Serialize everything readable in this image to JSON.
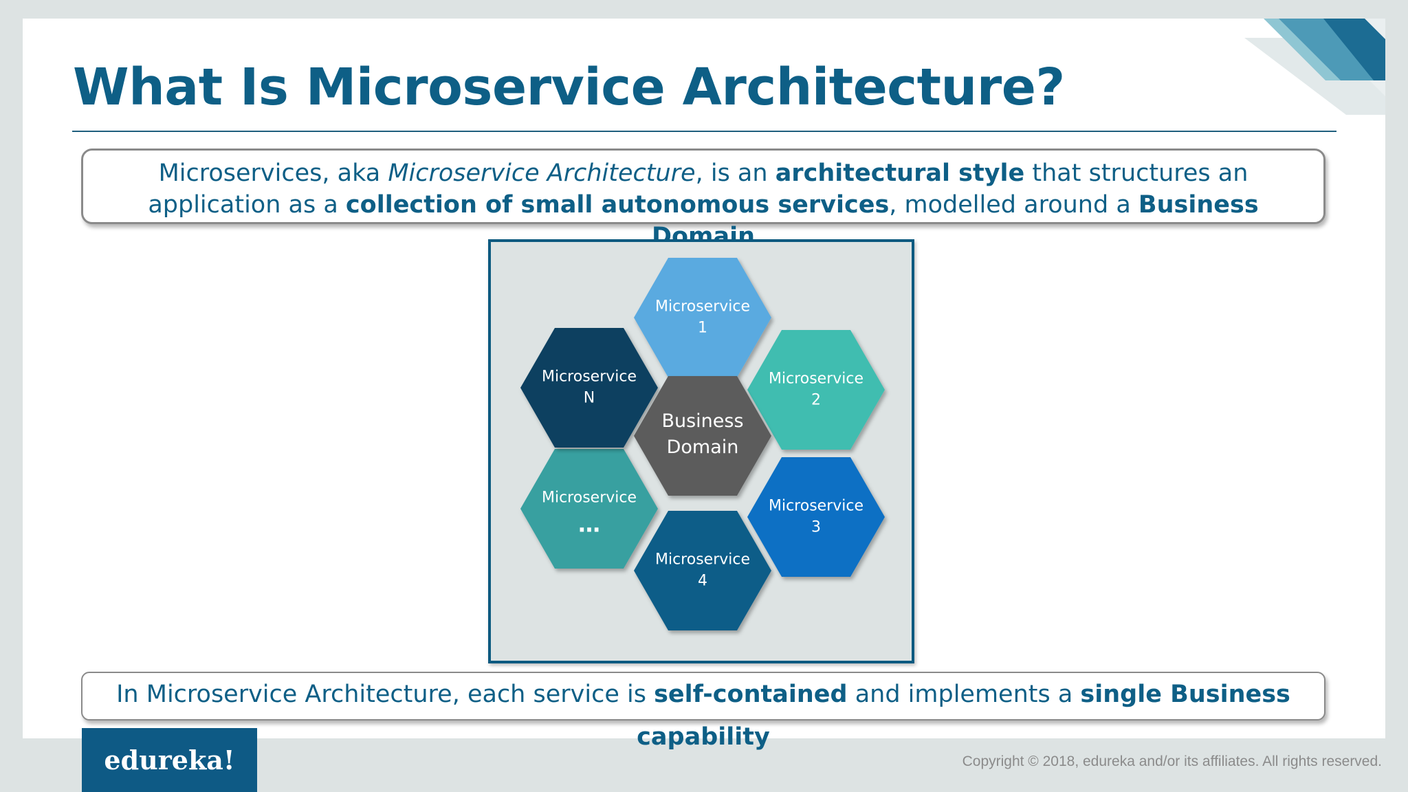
{
  "slide": {
    "title": "What Is Microservice Architecture?",
    "definition": {
      "t1": "Microservices, aka ",
      "t2": "Microservice Architecture",
      "t3": ", is an ",
      "t4": "architectural style",
      "t5": " that structures an application as a ",
      "t6": "collection of small autonomous services",
      "t7": ", modelled around a ",
      "t8": "Business Domain"
    },
    "capability": {
      "t1": "In Microservice Architecture, each service is ",
      "t2": "self-contained",
      "t3": " and implements a ",
      "t4": "single Business capability"
    }
  },
  "diagram": {
    "center": {
      "line1": "Business",
      "line2": "Domain",
      "color": "#5c5c5c"
    },
    "services": [
      {
        "id": "1",
        "line1": "Microservice",
        "line2": "1",
        "color": "#5aaae0"
      },
      {
        "id": "2",
        "line1": "Microservice",
        "line2": "2",
        "color": "#3fbdb0"
      },
      {
        "id": "3",
        "line1": "Microservice",
        "line2": "3",
        "color": "#0b6fc4"
      },
      {
        "id": "4",
        "line1": "Microservice",
        "line2": "4",
        "color": "#0d5d88"
      },
      {
        "id": "dots",
        "line1": "Microservice",
        "line2": "…",
        "color": "#37a0a0"
      },
      {
        "id": "n",
        "line1": "Microservice",
        "line2": "N",
        "color": "#0b4060"
      }
    ]
  },
  "footer": {
    "logo": "edureka!",
    "copyright": "Copyright © 2018, edureka and/or its affiliates. All rights reserved."
  },
  "colors": {
    "title": "#0e5f86",
    "brand": "#0e5a85",
    "frame": "#dde3e3"
  }
}
